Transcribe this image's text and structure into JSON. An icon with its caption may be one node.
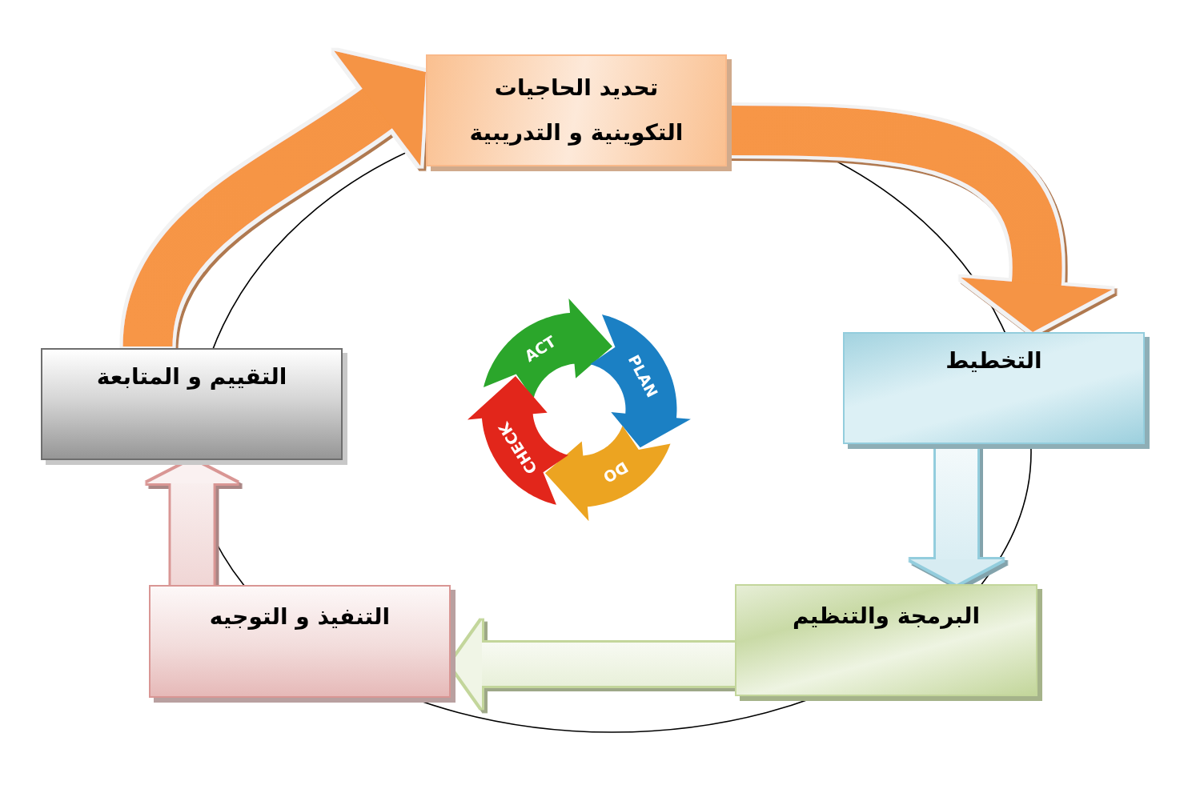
{
  "diagram": {
    "nodes": [
      {
        "text": [
          "تحديد الحاجيات التكوينية و التدريبية"
        ]
      },
      {
        "text": [
          "التخطيط"
        ]
      },
      {
        "text": [
          "البرمجة والتنظيم"
        ]
      },
      {
        "text": [
          "التنفيذ و التوجيه"
        ]
      },
      {
        "text": [
          "التقييم و المتابعة"
        ]
      },
      {
        "text": [
          "ACT"
        ]
      },
      {
        "text": [
          "PLAN"
        ]
      },
      {
        "text": [
          "DO"
        ]
      },
      {
        "text": [
          "CHECK"
        ]
      }
    ],
    "edges": [
      {
        "from": 0,
        "to": 1,
        "arrow": "to",
        "style": "thick",
        "color": "#f79646"
      },
      {
        "from": 1,
        "to": 2,
        "arrow": "to",
        "style": "thick",
        "color": "#93cddd"
      },
      {
        "from": 2,
        "to": 3,
        "arrow": "to",
        "style": "thick",
        "color": "#c3d69b"
      },
      {
        "from": 3,
        "to": 4,
        "arrow": "to",
        "style": "thick",
        "color": "#d99694"
      },
      {
        "from": 4,
        "to": 0,
        "arrow": "to",
        "style": "thick",
        "color": "#f79646"
      }
    ]
  }
}
